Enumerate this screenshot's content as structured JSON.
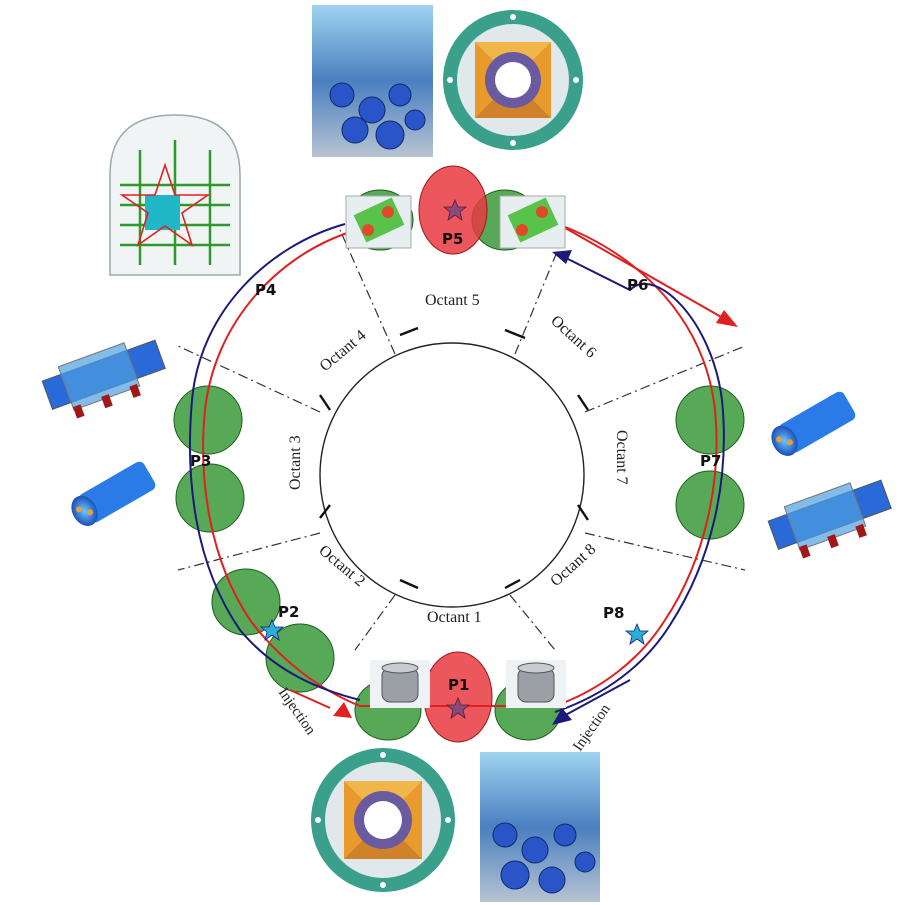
{
  "octants": [
    "Octant 1",
    "Octant 2",
    "Octant 3",
    "Octant 4",
    "Octant 5",
    "Octant 6",
    "Octant 7",
    "Octant 8"
  ],
  "points": [
    "P1",
    "P2",
    "P3",
    "P4",
    "P5",
    "P6",
    "P7",
    "P8"
  ],
  "injection_label": "Injection",
  "colors": {
    "beam1": "#e02020",
    "beam2": "#1a1a7a",
    "insertion": "#2e8b2e",
    "experiment": "#e0282e",
    "star": "#2ab0d8"
  },
  "icons": [
    "detector-photo-icon",
    "magnet-cross-section-icon",
    "cryostat-magnet-icon",
    "dipole-cylinder-icon",
    "experiment-cavern-icon",
    "rf-cavity-icon"
  ]
}
